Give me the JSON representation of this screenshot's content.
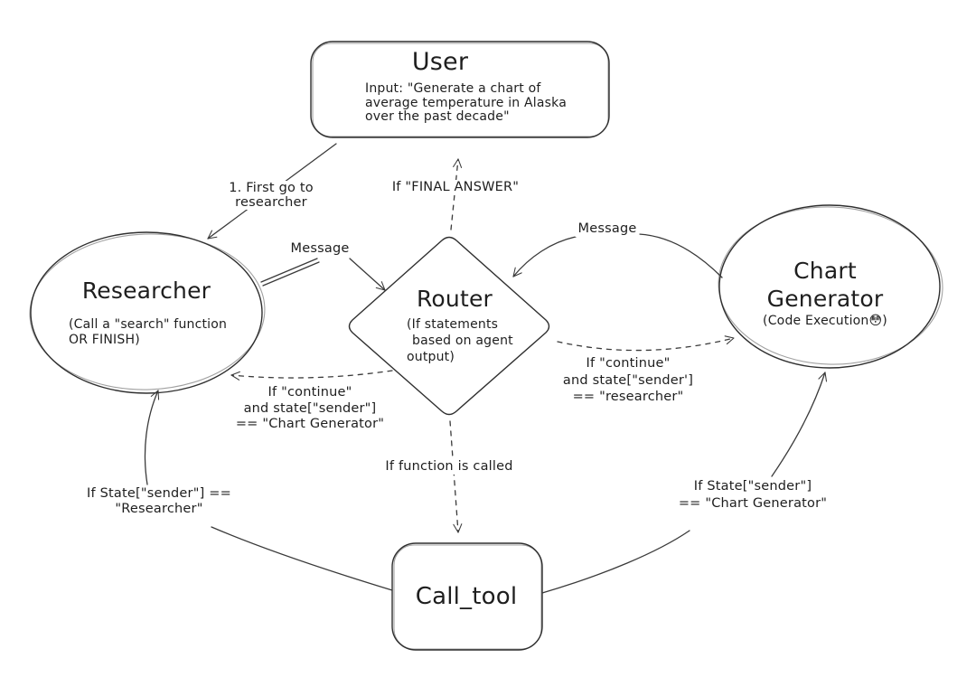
{
  "colors": {
    "stroke": "#2f2f2f",
    "text": "#1e1e1e",
    "background": "#ffffff"
  },
  "nodes": {
    "user": {
      "title": "User",
      "body_lines": [
        "Input: \"Generate a chart of",
        "average temperature in Alaska",
        "over the past decade\""
      ]
    },
    "researcher": {
      "title": "Researcher",
      "body_lines": [
        "(Call a \"search\" function",
        "OR FINISH)"
      ]
    },
    "router": {
      "title": "Router",
      "body_lines": [
        "(If statements",
        "based on agent",
        "output)"
      ]
    },
    "chart_generator": {
      "title_lines": [
        "Chart",
        "Generator"
      ],
      "body": "(Code Execution😳)",
      "emoji_name": "flushed-face-emoji"
    },
    "call_tool": {
      "title": "Call_tool"
    }
  },
  "edges": {
    "user_to_researcher": {
      "style": "solid",
      "label_lines": [
        "1. First go to",
        "researcher"
      ]
    },
    "researcher_to_router": {
      "style": "solid",
      "label": "Message"
    },
    "router_to_user": {
      "style": "dashed",
      "label": "If \"FINAL ANSWER\""
    },
    "chart_generator_to_router": {
      "style": "solid",
      "label": "Message"
    },
    "router_to_researcher": {
      "style": "dashed",
      "label_lines": [
        "If \"continue\"",
        "and state[\"sender\"]",
        "== \"Chart Generator\""
      ]
    },
    "router_to_chart_generator": {
      "style": "dashed",
      "label_lines": [
        "If \"continue\"",
        "and state[\"sender']",
        "== \"researcher\""
      ]
    },
    "router_to_call_tool": {
      "style": "dashed",
      "label": "If function is called"
    },
    "call_tool_to_researcher": {
      "style": "solid",
      "label_lines": [
        "If State[\"sender\"] ==",
        "\"Researcher\""
      ]
    },
    "call_tool_to_chart_generator": {
      "style": "solid",
      "label_lines": [
        "If State[\"sender\"]",
        "== \"Chart Generator\""
      ]
    }
  }
}
